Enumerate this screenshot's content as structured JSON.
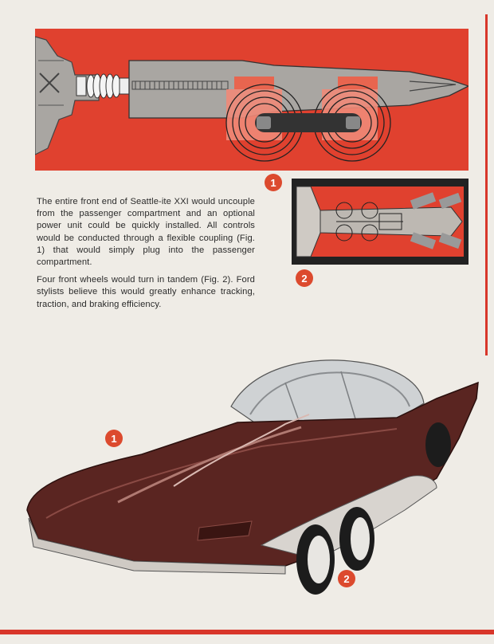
{
  "paragraphs": [
    "The entire front end of Seattle-ite XXI would uncouple from the passenger compartment and an optional power unit could be quickly installed. All controls would be conducted through a flexible coupling (Fig. 1) that would simply plug into the passenger compartment.",
    "Four front wheels would turn in tandem (Fig. 2). Ford stylists believe this would greatly enhance tracking, traction, and braking efficiency."
  ],
  "badges": {
    "fig1": "1",
    "fig2": "2",
    "car_front_end": "1",
    "car_wheels": "2"
  },
  "colors": {
    "accent": "#d8362a",
    "paper": "#efece6",
    "car_body": "#5a2521"
  }
}
